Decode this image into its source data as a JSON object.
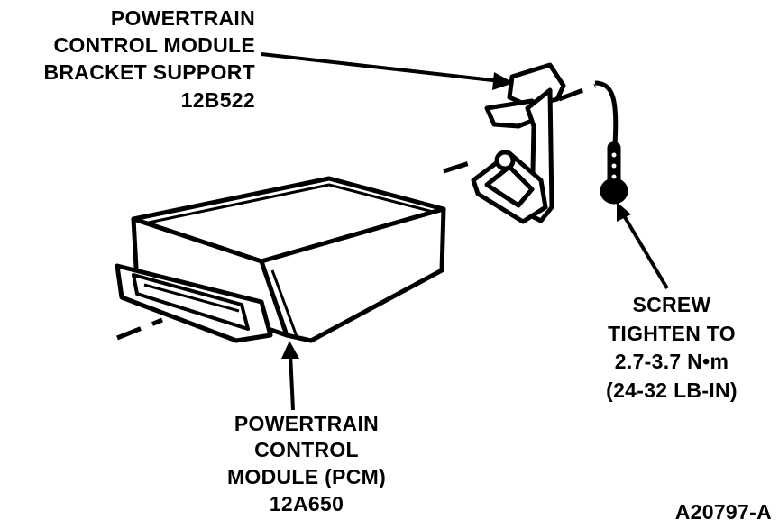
{
  "labels": {
    "bracket": [
      "POWERTRAIN",
      "CONTROL MODULE",
      "BRACKET SUPPORT",
      "12B522"
    ],
    "pcm": [
      "POWERTRAIN",
      "CONTROL",
      "MODULE (PCM)",
      "12A650"
    ],
    "screw": [
      "SCREW",
      "TIGHTEN TO",
      "2.7-3.7 N•m",
      "(24-32 LB-IN)"
    ],
    "figure_id": "A20797-A"
  }
}
